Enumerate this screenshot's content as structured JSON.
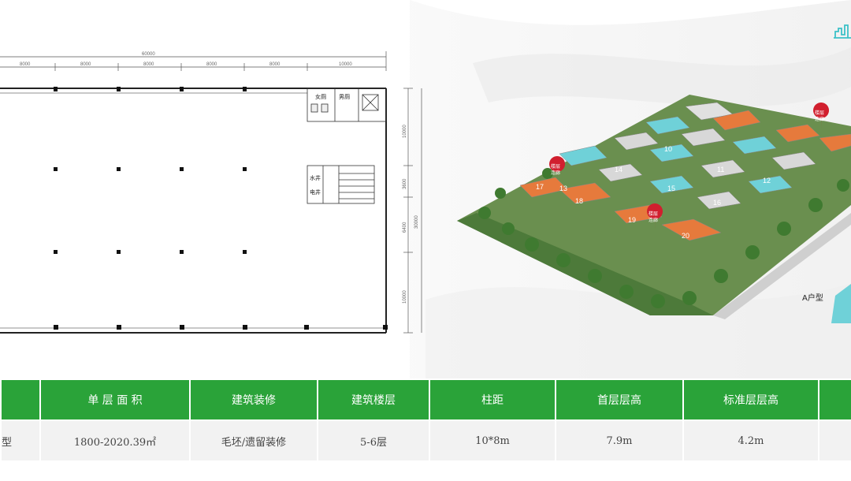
{
  "floorplan": {
    "total_width_dim": "60000",
    "segment_dims": [
      "8000",
      "8000",
      "8000",
      "8000",
      "8000",
      "10000"
    ],
    "right_dims": [
      "10000",
      "3600",
      "6400",
      "10000"
    ],
    "total_height_dim": "30000",
    "rooms": {
      "male_wc": "男厕",
      "female_wc": "女厕",
      "water_well": "水井",
      "elec_well": "电井"
    }
  },
  "aerial": {
    "building_numbers": [
      "10",
      "11",
      "12",
      "13",
      "14",
      "15",
      "16",
      "17",
      "18",
      "19",
      "20"
    ],
    "pin_label_line1": "楼层",
    "pin_label_line2": "连廊",
    "unit_type_label": "A户型",
    "accent_orange": "#e67a3c",
    "accent_teal": "#6fd1d8",
    "accent_grey": "#d8d8d8"
  },
  "spec_table": {
    "headers": [
      "",
      "单 层 面 积",
      "建筑装修",
      "建筑楼层",
      "柱距",
      "首层层高",
      "标准层层高",
      ""
    ],
    "row": [
      "型",
      "1800-2020.39㎡",
      "毛坯/遗留装修",
      "5-6层",
      "10*8m",
      "7.9m",
      "4.2m",
      ""
    ]
  },
  "colors": {
    "header_green": "#2aa339",
    "row_bg": "#f2f2f2"
  }
}
